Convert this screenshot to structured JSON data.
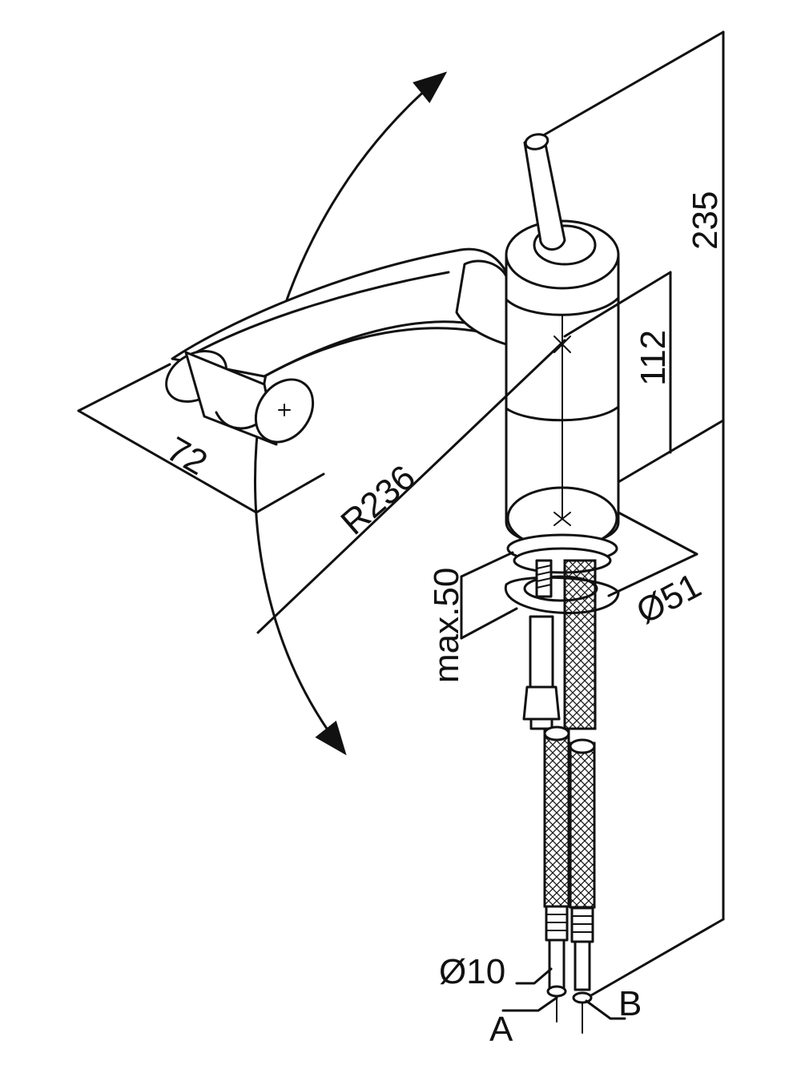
{
  "dimensions": {
    "height_total": "235",
    "height_mid": "112",
    "spout_length": "72",
    "swing_radius": "R236",
    "counter_thickness": "max.50",
    "base_diameter": "Ø51",
    "hose_diameter": "Ø10"
  },
  "connections": {
    "a": "A",
    "b": "B"
  }
}
